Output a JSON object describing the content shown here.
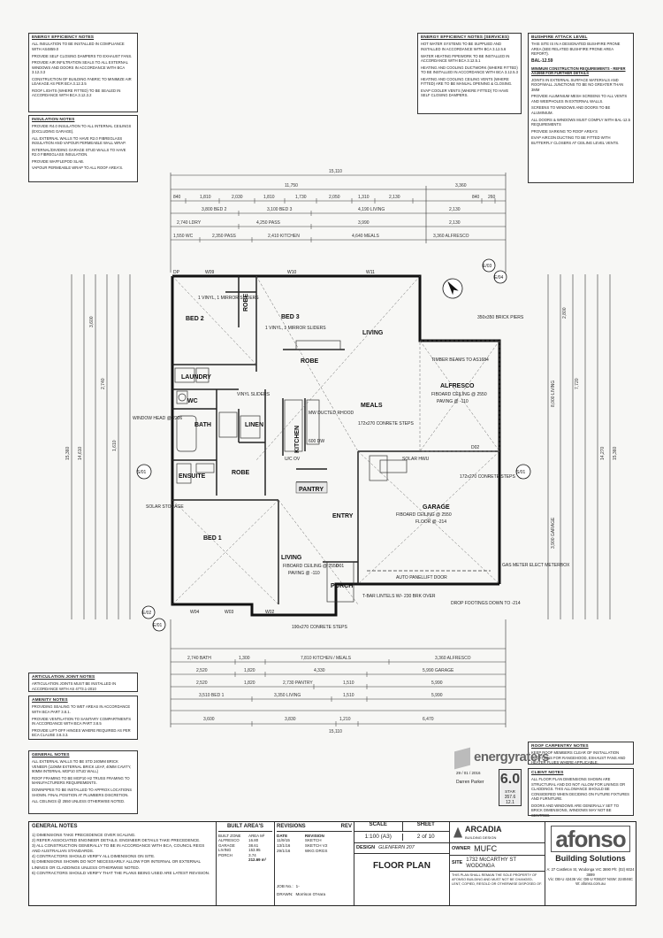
{
  "notes_left": [
    {
      "title": "ENERGY EFFICIENCY NOTES",
      "items": [
        "ALL INSULATION TO BE INSTALLED IN COMPLIANCE WITH AS4859.0",
        "PROVIDE SELF CLOSING DAMPERS TO EXHAUST FANS.",
        "PROVIDE AIR INFILTRATION SEALS TO ALL EXTERNAL WINDOWS AND DOORS IN ACCORDANCE WITH BCA 3.12.3.3",
        "CONSTRUCTION OF BUILDING FABRIC TO MINIMIZE AIR LEAKAGE AS PER BCA 3.12.3.5",
        "ROOF LIGHTS (WHERE FITTED) TO BE SEALED IN ACCORDANCE WITH BCA 3.12.3.2"
      ]
    },
    {
      "title": "INSULATION NOTES",
      "items": [
        "PROVIDE R4.0 INSULATION TO ALL INTERNAL CEILINGS (EXCLUDING GARAGE).",
        "ALL EXTERNAL WALLS TO HAVE R2.0 FIBREGLASS INSULATION AND VAPOUR PERMEABLE WALL WRAP.",
        "INTERNAL/DIVIDING GARAGE STUD WALLS TO HAVE R2.0 FIBREGLASS INSULATION.",
        "PROVIDE WAFFLEPOD SLAB.",
        "VAPOUR PERMEABLE WRAP TO ALL ROOF AREA'S."
      ]
    }
  ],
  "notes_mid": {
    "title": "ENERGY EFFICIENCY NOTES (SERVICES)",
    "items": [
      "HOT WATER SYSTEMS TO BE SUPPLIED AND INSTALLED IN ACCORDANCE WITH BCA 3.12.5.6",
      "WATER HEATING PIPEWORK TO BE INSTALLED IN ACCORDANCE WITH BCA 3.12.5.1",
      "HEATING AND COOLING DUCTWORK (WHERE FITTED) TO BE INSTALLED IN ACCORDANCE WITH BCA 3.12.5.3",
      "HEATING AND COOLING CEILING VENTS (WHERE FITTED) ARE TO BE MANUAL OPENING & CLOSING.",
      "EVAP COOLER VENTS (WHERE FITTED) TO HAVE SELF CLOSING DAMPERS."
    ]
  },
  "notes_right": {
    "title": "BUSHFIRE ATTACK LEVEL",
    "items": [
      "THIS SITE IS IN A DESIGNATED BUSHFIRE PRONE AREA (SEE RELATED BUSHFIRE PRONE AREA REPORT).",
      "BAL-12.59",
      "MINIMUM CONSTRUCTION REQUIREMENTS - REFER AS3959 FOR FURTHER DETAILS",
      "JOINTS IN EXTERNAL SURFACE MATERIALS AND ROOF/WALL JUNCTIONS TO BE NO GREATER THAN 3mm",
      "PROVIDE ALUMINIUM MESH SCREENS TO ALL VENTS AND WEEPHOLES IN EXTERNAL WALLS.",
      "SCREENS TO WINDOWS AND DOORS TO BE ALUMINIUM.",
      "ALL DOORS & WINDOWS MUST COMPLY WITH BAL-12.5 REQUIREMENTS",
      "PROVIDE SARKING TO ROOF AREA'S",
      "EVAP AIRCON DUCTING TO BE FITTED WITH BUTTERFLY CLOSERS AT CEILING LEVEL VENTS."
    ]
  },
  "notes_bottom_left": [
    {
      "title": "ARTICULATION JOINT NOTES",
      "items": [
        "ARTICULATION JOINTS MUST BE INSTALLED IN ACCORDANCE WITH AS 4773.1-2010"
      ]
    },
    {
      "title": "AMENITY NOTES",
      "items": [
        "PROVIDING SEALING TO WET AREAS IN ACCORDANCE WITH BCA PART 3.8.1.",
        "PROVIDE VENTILATION TO SANITARY COMPARTMENTS IN ACCORDANCE WITH BCA PART 3.8.5",
        "PROVIDE LIFT-OFF HINGES WHERE REQUIRED AS PER BCA CLAUSE 3.8.3.3."
      ]
    },
    {
      "title": "GENERAL NOTES",
      "items": [
        "ALL EXTERNAL WALLS TO BE STD 240mm BRICK VENEER (110mm EXTERNAL BRICK LEAF, 40mm CAVITY, 90mm INTERNAL MGP10 STUD WALL)",
        "ROOF FRAMING TO BE MGP10 H2 TRUSS FRAMING TO MANUFACTURERS REQUIREMENTS.",
        "DOWNPIPES TO BE INSTALLED TO APPROX LOCATIONS SHOWN. FINAL POSITION AT PLUMBERS DISCRETION.",
        "ALL CEILINGS @ 2550 UNLESS OTHERWISE NOTED."
      ]
    }
  ],
  "notes_bottom_right": [
    {
      "title": "ROOF CARPENTRY NOTES",
      "items": [
        "KEEP ROOF MEMBERS CLEAR OF INSTALLATION LOCATIONS FOR RANGEHOOD, EXHAUST FANS AND HEATER FLUES WHERE APPLICABLE."
      ]
    },
    {
      "title": "CLIENT NOTES",
      "items": [
        "ALL FLOOR PLAN DIMENSIONS SHOWN ARE STRUCTURAL AND DO NOT ALLOW FOR LININGS OR CLADDINGS. THIS ALLOWANCE SHOULD BE CONSIDERED WHEN DECIDING ON FUTURE FIXTURES AND FURNITURE.",
        "DOORS AND WINDOWS ARE GENERALLY SET TO BRICK DIMENSIONS, WINDOWS MAY NOT BE CENTRED."
      ]
    }
  ],
  "plan": {
    "rooms": {
      "bed2": "BED 2",
      "bed3": "BED 3",
      "living_n": "LIVING",
      "laundry": "LAUNDRY",
      "wc": "WC",
      "bath": "BATH",
      "linen": "LINEN",
      "kitchen": "KITCHEN",
      "meals": "MEALS",
      "alfresco": "ALFRESCO",
      "ensuite": "ENSUITE",
      "robe1": "ROBE",
      "robe2": "ROBE",
      "robe3": "ROBE",
      "pantry": "PANTRY",
      "garage": "GARAGE",
      "entry": "ENTRY",
      "bed1": "BED 1",
      "living_s": "LIVING",
      "porch": "PORCH"
    },
    "labels": {
      "alfresco_ceiling": "FIBOARD CEILING @ 2550",
      "alfresco_paving": "PAVING @ -110",
      "garage_ceiling": "FIBOARD CEILING @ 2550",
      "garage_floor": "FLOOR @ -214",
      "living_ceiling": "FIBOARD CEILING @ 2550",
      "living_paving": "PAVING @ -110",
      "bed2_sliders": "1 VINYL, 1 MIRROR SLIDERS",
      "bed3_sliders": "1 VINYL, 1 MIRROR SLIDERS",
      "vinyl_sliders": "VINYL SLIDERS",
      "timber_beams": "TIMBER BEAMS TO AS1684",
      "brick_piers": "350x350 BRICK PIERS",
      "window_head": "WINDOW HEAD @ 2206",
      "solar_storage": "SOLAR STORAGE",
      "solar_hwu": "SOLAR HWU",
      "auto_door": "AUTO PANELLIFT DOOR",
      "tbar": "T-BAR LINTELS W/- 230 BRK OVER",
      "drop_footings": "DROP FOOTINGS DOWN TO -214",
      "gas_meter": "GAS METER ELECT METERBOX",
      "steps_n": "172x270 CONRETE STEPS",
      "steps_g": "172x270 CONRETE STEPS",
      "steps_s": "190x270 CONRETE STEPS",
      "mw_ducted": "MW DUCTED RHOOD",
      "sixty_cm": "600 DW",
      "uc_ov": "U/C OV",
      "s01": "S/01",
      "e03": "E/03",
      "e04": "E/04",
      "e02": "E/02",
      "e01": "E/01",
      "dp": "DP",
      "w09": "W09",
      "w10": "W10",
      "w11": "W11",
      "w04": "W04",
      "w03": "W03",
      "w02": "W02",
      "d01": "D01",
      "d02": "D02"
    },
    "dims_top": {
      "r1": "15,110",
      "r2a": "11,750",
      "r2b": "3,360",
      "r3": [
        "840",
        "1,810",
        "2,030",
        "1,810",
        "1,730",
        "2,050",
        "1,310",
        "2,130",
        "840",
        "260"
      ],
      "r4": [
        "3,800 BED 2",
        "3,100 BED 3",
        "4,190 LIVING",
        "2,130"
      ],
      "r5": [
        "2,740 LDRY",
        "4,250 PASS",
        "3,990",
        "2,130"
      ],
      "r6": [
        "1,550 WC",
        "2,350 PASS",
        "2,410 KITCHEN",
        "4,640 MEALS",
        "3,360 ALFRESCO"
      ]
    },
    "dims_bottom": {
      "r1": [
        "2,740 BATH",
        "1,300",
        "7,810 KITCHEN / MEALS",
        "3,360 ALFRESCO"
      ],
      "r2": [
        "2,520",
        "1,820",
        "4,330",
        "5,990 GARAGE"
      ],
      "r3": [
        "2,520",
        "1,820",
        "2,730 PANTRY",
        "1,510",
        "5,990"
      ],
      "r4": [
        "3,510 BED 1",
        "3,350 LIVING",
        "1,510",
        "5,990"
      ],
      "r5": [
        "3,600",
        "3,830",
        "1,210",
        "6,470"
      ],
      "r6": "15,110"
    },
    "dims_left": [
      "15,360",
      "14,610",
      "3,600",
      "2,740",
      "1,610"
    ],
    "dims_right": [
      "15,360",
      "14,270",
      "2,800",
      "8,000 LIVING",
      "7,720",
      "3,900 GARAGE"
    ]
  },
  "energy": {
    "brand": "energyraters",
    "rating": "6.0",
    "stars_label": "STAR",
    "assessor": "Darren Parker",
    "date": "29 / 01 / 2016",
    "mj": "357.6",
    "mj2": "12.1"
  },
  "title_block": {
    "general_title": "GENERAL NOTES",
    "general_items": [
      "1) DIMENSIONS TAKE PRECEDENCE OVER SCALING.",
      "2) REFER ASSOCIATED ENGINEER DETAILS. ENGINEER DETAILS TAKE PRECEDENCE.",
      "3) ALL CONSTRUCTION GENERALLY TO BE IN ACCORDANCE WITH BCA, COUNCIL REGS AND AUSTRALIAN STANDARDS.",
      "4) CONTRACTORS SHOULD VERIFY ALL DIMENSIONS ON SITE.",
      "5) DIMENSIONS SHOWN DO NOT NECESSARILY ALLOW FOR INTERNAL OR EXTERNAL LININGS OR CLADDINGS UNLESS OTHERWISE NOTED.",
      "6) CONTRACTORS SHOULD VERIFY THAT THE PLANS BEING USED ARE LATEST REVISION."
    ],
    "areas_title": "BUILT AREA'S",
    "areas": [
      [
        "BUILT ZONE",
        "AREA M²"
      ],
      [
        "ALFRESCO",
        "16.80"
      ],
      [
        "GARAGE",
        "38.61"
      ],
      [
        "LIVING",
        "153.95"
      ],
      [
        "PORCH",
        "3.74"
      ],
      [
        "",
        "212.69 m²"
      ]
    ],
    "revisions_title": "REVISIONS",
    "rev_label": "REV",
    "revisions": [
      [
        "DATE",
        "REVISION"
      ],
      [
        "11/9/15",
        "SKETCH"
      ],
      [
        "13/1/16",
        "SKETCH V2"
      ],
      [
        "29/1/16",
        "WKG DRGS"
      ]
    ],
    "scale_label": "SCALE",
    "scale": "1:100 (A3)",
    "sheet_label": "SHEET",
    "sheet": "2 of 10",
    "design_label": "DESIGN",
    "design": "GLENFERN 207",
    "plan_name": "FLOOR PLAN",
    "owner_label": "OWNER",
    "owner": "MUFC",
    "site_label": "SITE",
    "site": "1732 McCARTHY ST WODONGA",
    "job_label": "JOB No.:",
    "job": "1-",
    "drawn_label": "DRAWN:",
    "drawn": "Morrison O'Hara",
    "arcadia": "ARCADIA",
    "arcadia_sub": "BUILDING DESIGN",
    "copyright": "THIS PLAN SHALL REMAIN THE SOLE PROPERTY OF AFONSO BUILDING AND MUST NOT BE CHANGED, LENT, COPIED, RESOLD OR OTHERWISE DISPOSED OF.",
    "afonso": "afonso",
    "afonso_sub": "Building Solutions",
    "address": "A: 27 Castleton St, Wodonga VIC 3690  Ph: (02) 6024 3899",
    "licences": "Vic: DB-U 42436   Vic: DB-U #38107   NSW: 224046C",
    "web": "W: afonso.com.au"
  }
}
